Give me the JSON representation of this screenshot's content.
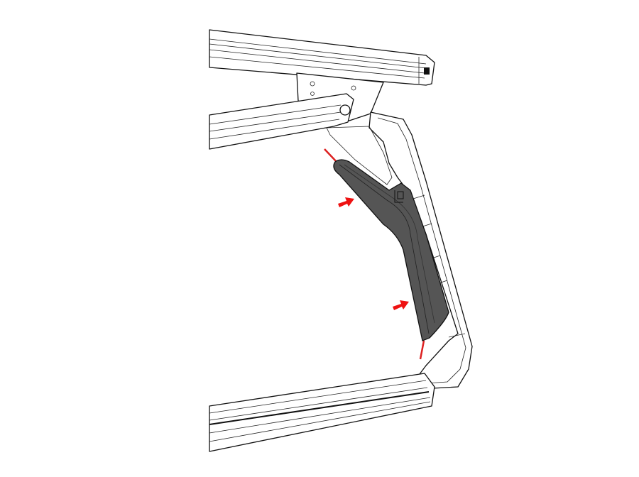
{
  "diagram": {
    "colors": {
      "line": "#111111",
      "pad_fill": "#555555",
      "arrow": "#ee1111",
      "guide_line": "#dd2222"
    },
    "arrows": [
      {
        "name": "upper-push-arrow",
        "direction": "right"
      },
      {
        "name": "lower-push-arrow",
        "direction": "right"
      }
    ]
  }
}
